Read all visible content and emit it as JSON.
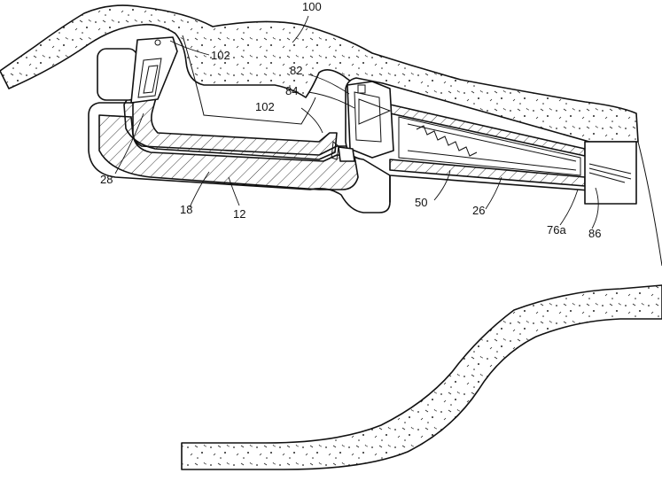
{
  "figure": {
    "labels": {
      "100": "100",
      "102_top": "102",
      "102_mid": "102",
      "82": "82",
      "84": "84",
      "28": "28",
      "18": "18",
      "12": "12",
      "50": "50",
      "26": "26",
      "76a": "76a",
      "86": "86"
    }
  }
}
